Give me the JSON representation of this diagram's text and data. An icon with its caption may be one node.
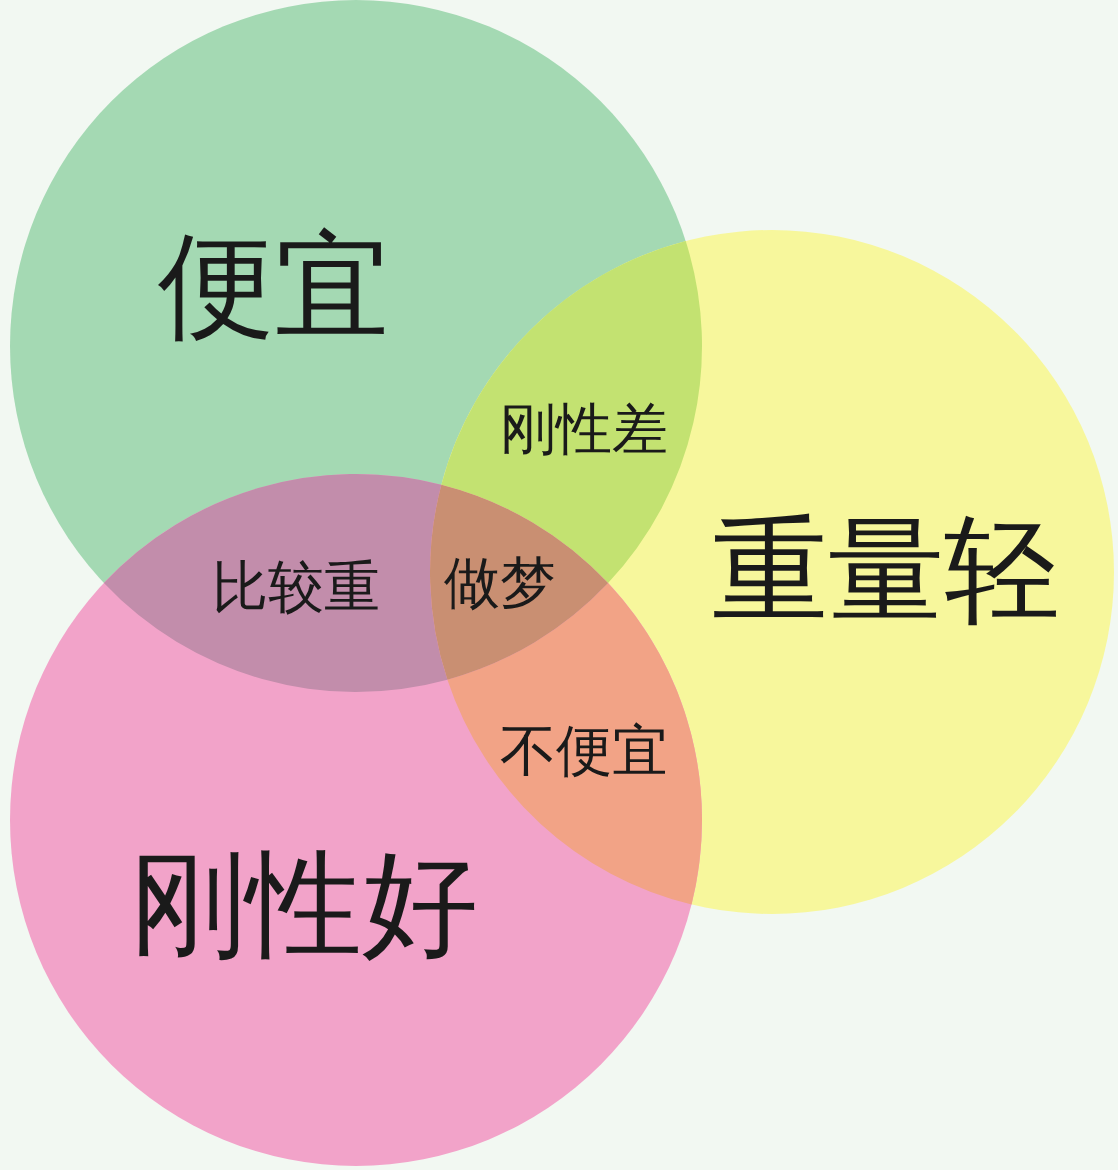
{
  "diagram": {
    "nodes": [
      {
        "text": [
          "便宜"
        ]
      },
      {
        "text": [
          "重量轻"
        ]
      },
      {
        "text": [
          "刚性好"
        ]
      }
    ],
    "labels": [
      "刚性差",
      "比较重",
      "做梦",
      "不便宜"
    ]
  }
}
